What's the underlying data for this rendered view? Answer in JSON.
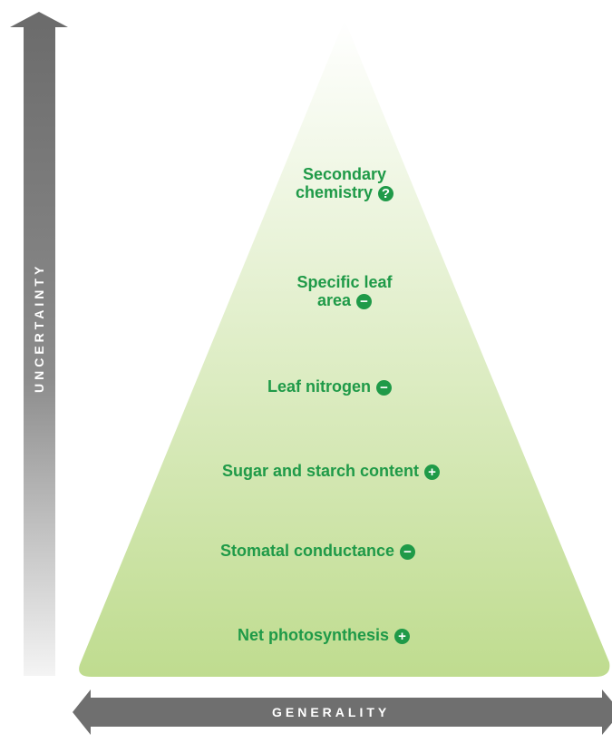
{
  "axes": {
    "vertical_label": "UNCERTAINTY",
    "horizontal_label": "GENERALITY"
  },
  "pyramid_levels": [
    {
      "line1": "Secondary",
      "line2": "chemistry",
      "effect": "?"
    },
    {
      "line1": "Specific leaf",
      "line2": "area",
      "effect": "−"
    },
    {
      "line1": "Leaf nitrogen",
      "effect": "−"
    },
    {
      "line1": "Sugar and starch content",
      "effect": "+"
    },
    {
      "line1": "Stomatal conductance",
      "effect": "−"
    },
    {
      "line1": "Net photosynthesis",
      "effect": "+"
    }
  ],
  "colors": {
    "label_green": "#1f9a48",
    "pyramid_top": "#ffffff",
    "pyramid_bottom": "#bfdc8f",
    "arrow_gray": "#6f6f6f"
  }
}
